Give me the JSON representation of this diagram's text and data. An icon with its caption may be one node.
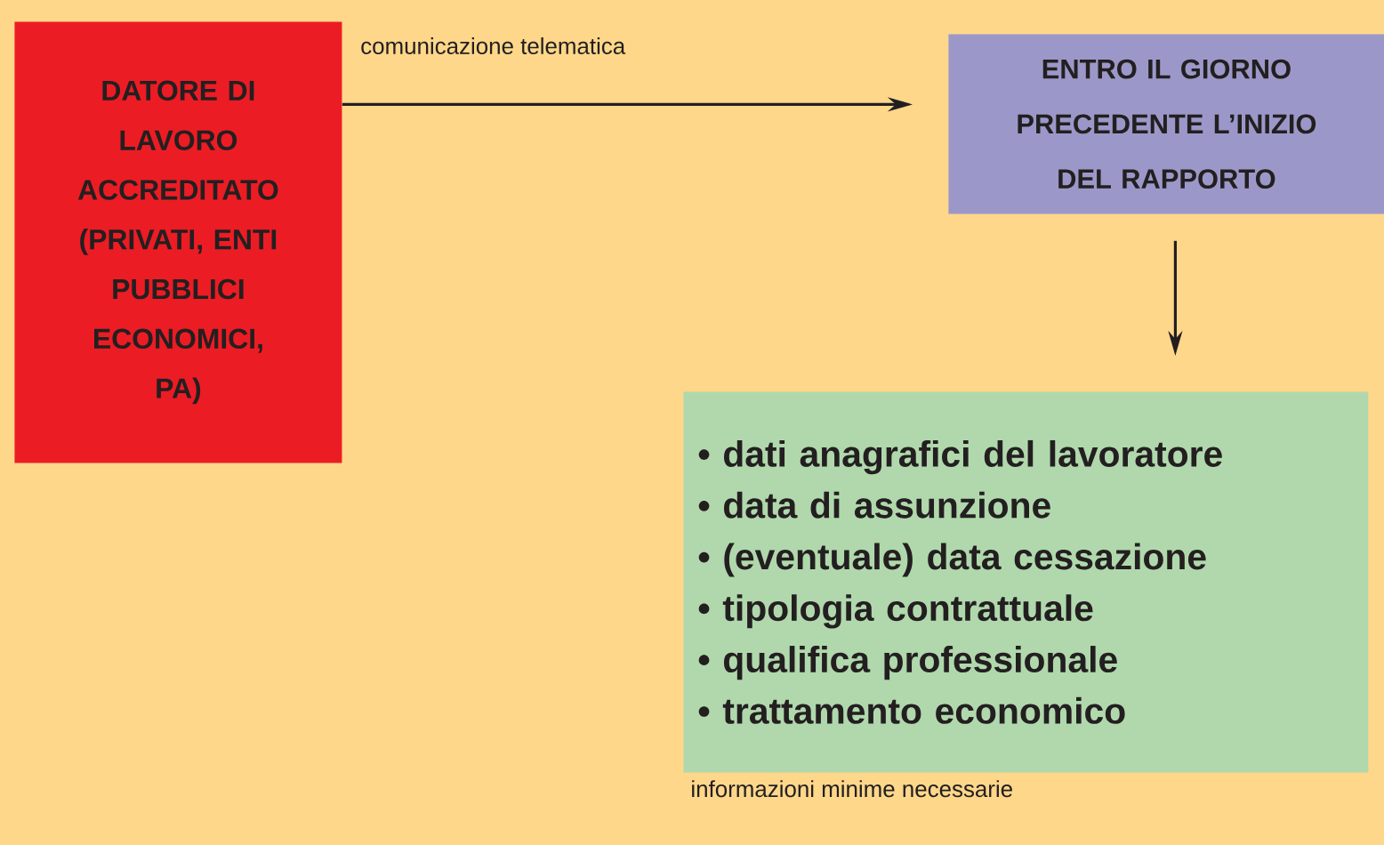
{
  "diagram": {
    "nodes": [
      {
        "text": [
          "DATORE DI LAVORO ACCREDITATO (PRIVATI, ENTI PUBBLICI ECONOMICI, PA)"
        ]
      },
      {
        "text": [
          "ENTRO IL GIORNO PRECEDENTE L’INIZIO DEL RAPPORTO"
        ]
      },
      {
        "text": [
          "• dati anagrafici del lavoratore",
          "• data di assunzione",
          "• (eventuale) data cessazione",
          "• tipologia contrattuale",
          "• qualifica professionale",
          "• trattamento economico"
        ],
        "beside": [
          "informazioni minime necessarie"
        ]
      }
    ],
    "edges": [
      {
        "from": 0,
        "to": 1,
        "arrow": "to",
        "label": "comunicazione telematica"
      },
      {
        "from": 1,
        "to": 2,
        "arrow": "to"
      }
    ]
  }
}
